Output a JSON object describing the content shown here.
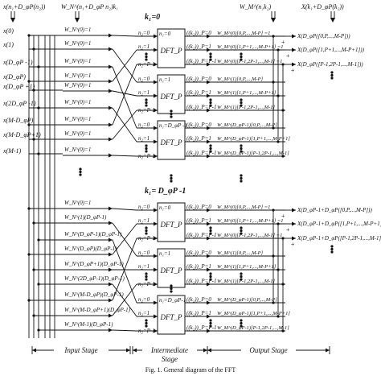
{
  "header": {
    "input_index_label": "x(n₁+D_φP(n₂))",
    "twiddle_n_label": "W_N^(n₁+D_φP n₂)k₁",
    "twiddle_m_label": "W_M^(n₁k₂)",
    "output_index_label": "X(k₁+D_φP(k₂))"
  },
  "inputs": {
    "group1": [
      "x(0)",
      "x(1)",
      "x(D_φP -1)",
      "x(D_φP)",
      "x(D_φP +1)",
      "x(2D_φP -1)",
      "x(M-D_φP)",
      "x(M-D_φP+1)",
      "x(M-1)"
    ],
    "group2": []
  },
  "blocks": [
    {
      "k1_label": "k₁=0",
      "twiddles_n": [
        "W_N^(0)=1",
        "W_N^(0)=1",
        "W_N^(0)=1",
        "W_N^(0)=1",
        "W_N^(0)=1",
        "W_N^(0)=1",
        "W_N^(0)=1",
        "W_N^(0)=1",
        "W_N^(0)=1"
      ],
      "dfts": [
        {
          "n2_top": "n₂=0",
          "n2_mid": "n₂=1",
          "n2_bot": "n₂=P-1",
          "n1": "n₁=0",
          "label": "DFT_P",
          "k2": [
            "((k₂))_P=0",
            "((k₂))_P=1",
            "((k₂))_P=P-1"
          ],
          "wm": [
            "W_M^(0)[0,P,...,M-P] =1",
            "W_M^(0)[1,P+1,...,M-P+1] =1",
            "W_M^(0)[P-1,2P-1,...,M-1] =1"
          ]
        },
        {
          "n2_top": "n₂=0",
          "n2_mid": "n₂=1",
          "n2_bot": "n₂=P-1",
          "n1": "n₁=1",
          "label": "DFT_P",
          "k2": [
            "((k₂))_P=0",
            "((k₂))_P=1",
            "((k₂))_P=P-1"
          ],
          "wm": [
            "W_M^(1)[0,P,...,M-P]",
            "W_M^(1)[1,P+1,...,M-P+1]",
            "W_M^(1)[P-1,2P-1,...,M-1]"
          ]
        },
        {
          "n2_top": "n₂=0",
          "n2_mid": "n₂=1",
          "n2_bot": "n₂=P-1",
          "n1": "n₁=D_φP -1",
          "label": "DFT_P",
          "k2": [
            "((k₂))_P=0",
            "((k₂))_P=1",
            "((k₂))_P=P-1"
          ],
          "wm": [
            "W_M^(D_φP-1)[0,P,...,M-P]",
            "W_M^(D_φP-1)[1,P+1,...,M-P+1]",
            "W_M^(D_φP-1)[P-1,2P-1,...,M-1]"
          ]
        }
      ],
      "outputs": [
        "X(D_φP([0,P,...,M-P]))",
        "X(D_φP([1,P+1,...,M-P+1]))",
        "X(D_φP([P-1,2P-1,...,M-1]))"
      ]
    },
    {
      "k1_label": "k₁= D_φP -1",
      "twiddles_n": [
        "W_N^(0)=1",
        "W_N^(1)(D_φP-1)",
        "W_N^(D_φP-1)(D_φP-1)",
        "W_N^(D_φP)(D_φP-1)",
        "W_N^(D_φP+1)(D_φP-1)",
        "W_N^(2D_φP-1)(D_φP-1)",
        "W_N^(M-D_φP)(D_φP-1)",
        "W_N^(M-D_φP+1)(D_φP-1)",
        "W_N^(M-1)(D_φP-1)"
      ],
      "dfts": [
        {
          "n2_top": "n₂=0",
          "n2_mid": "n₂=1",
          "n2_bot": "n₂=P-1",
          "n1": "n₁=0",
          "label": "DFT_P",
          "k2": [
            "((k₂))_P=0",
            "((k₂))_P=1",
            "((k₂))_P=P-1"
          ],
          "wm": [
            "W_M^(0)[0,P,...,M-P] =1",
            "W_M^(0)[1,P+1,...,M-P+1] =1",
            "W_M^(0)[P-1,2P-1,...,M-1] =1"
          ]
        },
        {
          "n2_top": "n₂=0",
          "n2_mid": "n₂=1",
          "n2_bot": "n₂=P-1",
          "n1": "n₁=1",
          "label": "DFT_P",
          "k2": [
            "((k₂))_P=0",
            "((k₂))_P=1",
            "((k₂))_P=P-1"
          ],
          "wm": [
            "W_M^(1)[0,P,...,M-P]",
            "W_M^(1)[1,P+1,...,M-P+1]",
            "W_M^(1)[P-1,2P-1,...,M-1]"
          ]
        },
        {
          "n2_top": "n₂=0",
          "n2_mid": "n₂=1",
          "n2_bot": "n₂=P-1",
          "n1": "n₁=D_φP-1",
          "label": "DFT_P",
          "k2": [
            "((k₂))_P=0",
            "((k₂))_P=1",
            "((k₂))_P=P-1"
          ],
          "wm": [
            "W_M^(D_φP-1)[0,P,...,M-P]",
            "W_M^(D_φP-1)[1,P+1,...,M-P+1]",
            "W_M^(D_φP-1)[P-1,2P-1,...,M-1]"
          ]
        }
      ],
      "outputs": [
        "X(D_φP-1+D_φP([0,P,...,M-P]))",
        "X(D_φP-1+D_φP([1,P+1,...,M-P+1]))",
        "X(D_φP-1+D_φP([P-1,2P-1,...,M-1]))"
      ]
    }
  ],
  "stages": [
    "Input Stage",
    "Intermediate Stage",
    "Output Stage"
  ],
  "caption": "Fig. 1.  General diagram of the FFT"
}
